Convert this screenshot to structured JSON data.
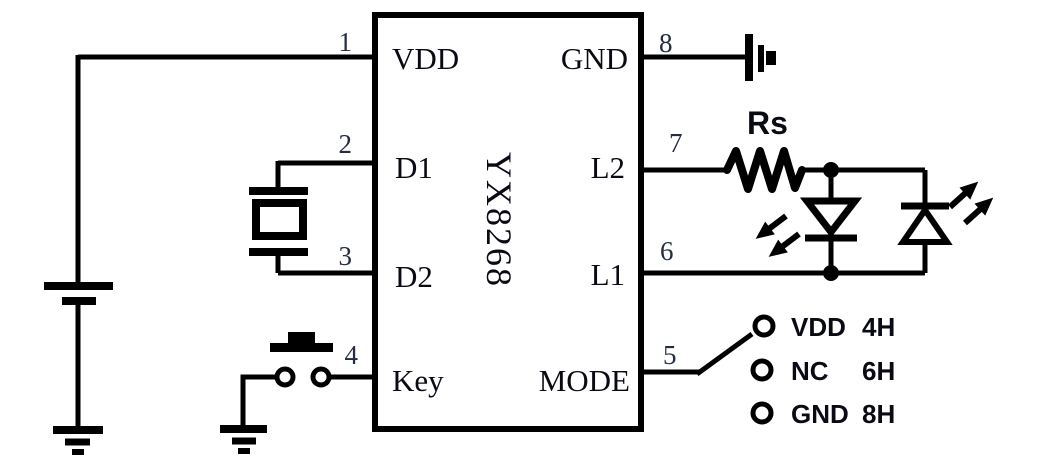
{
  "schematic": {
    "ic": {
      "part_number": "YX8268",
      "pins": [
        {
          "num": "1",
          "label": "VDD"
        },
        {
          "num": "2",
          "label": "D1"
        },
        {
          "num": "3",
          "label": "D2"
        },
        {
          "num": "4",
          "label": "Key"
        },
        {
          "num": "5",
          "label": "MODE"
        },
        {
          "num": "6",
          "label": "L1"
        },
        {
          "num": "7",
          "label": "L2"
        },
        {
          "num": "8",
          "label": "GND"
        }
      ]
    },
    "resistor_label": "Rs",
    "mode_table": [
      {
        "terminal": "VDD",
        "value": "4H"
      },
      {
        "terminal": "NC",
        "value": "6H"
      },
      {
        "terminal": "GND",
        "value": "8H"
      }
    ],
    "colors": {
      "ink": "#000000",
      "background": "#ffffff"
    }
  }
}
